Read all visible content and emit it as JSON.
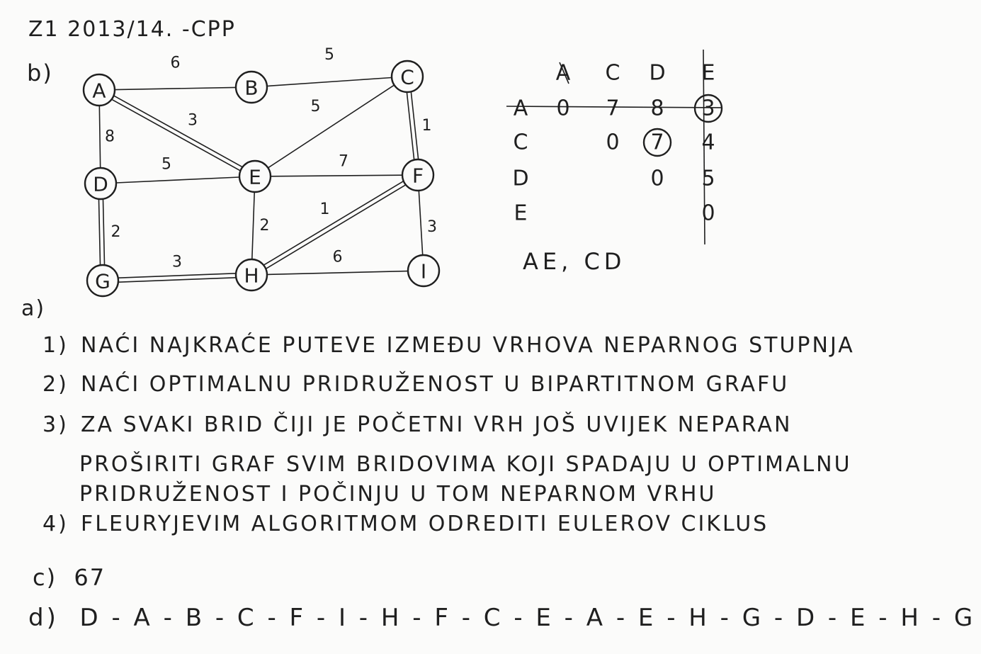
{
  "header": {
    "text": "Z1  2013/14.  -CPP"
  },
  "part_b": {
    "label": "b)",
    "graph": {
      "nodes": [
        {
          "id": "A",
          "label": "A"
        },
        {
          "id": "B",
          "label": "B"
        },
        {
          "id": "C",
          "label": "C"
        },
        {
          "id": "D",
          "label": "D"
        },
        {
          "id": "E",
          "label": "E"
        },
        {
          "id": "F",
          "label": "F"
        },
        {
          "id": "G",
          "label": "G"
        },
        {
          "id": "H",
          "label": "H"
        },
        {
          "id": "I",
          "label": "I"
        }
      ],
      "edges": [
        {
          "from": "A",
          "to": "B",
          "weight": "6",
          "doubled": false
        },
        {
          "from": "B",
          "to": "C",
          "weight": "5",
          "doubled": false
        },
        {
          "from": "A",
          "to": "D",
          "weight": "8",
          "doubled": false
        },
        {
          "from": "A",
          "to": "E",
          "weight": "3",
          "doubled": true
        },
        {
          "from": "C",
          "to": "E",
          "weight": "5",
          "doubled": false
        },
        {
          "from": "C",
          "to": "F",
          "weight": "1",
          "doubled": true
        },
        {
          "from": "D",
          "to": "E",
          "weight": "5",
          "doubled": false
        },
        {
          "from": "E",
          "to": "F",
          "weight": "7",
          "doubled": false
        },
        {
          "from": "D",
          "to": "G",
          "weight": "2",
          "doubled": true
        },
        {
          "from": "E",
          "to": "H",
          "weight": "2",
          "doubled": false
        },
        {
          "from": "F",
          "to": "H",
          "weight": "1",
          "doubled": true
        },
        {
          "from": "F",
          "to": "I",
          "weight": "3",
          "doubled": false
        },
        {
          "from": "G",
          "to": "H",
          "weight": "3",
          "doubled": true
        },
        {
          "from": "H",
          "to": "I",
          "weight": "6",
          "doubled": false
        }
      ]
    },
    "matrix": {
      "col_headers": [
        "A",
        "C",
        "D",
        "E"
      ],
      "row_headers": [
        "A",
        "C",
        "D",
        "E"
      ],
      "rows": [
        [
          "0",
          "7",
          "8",
          "3"
        ],
        [
          "",
          "0",
          "7",
          "4"
        ],
        [
          "",
          "",
          "0",
          "5"
        ],
        [
          "",
          "",
          "",
          "0"
        ]
      ],
      "crossed_out": [
        "row A",
        "column A",
        "column E"
      ],
      "circled": [
        "3",
        "7"
      ]
    },
    "pairs": "AE, CD"
  },
  "part_a": {
    "label": "a)",
    "steps": [
      {
        "num": "1)",
        "text": "NAĆI NAJKRAĆE PUTEVE IZMEĐU VRHOVA NEPARNOG STUPNJA"
      },
      {
        "num": "2)",
        "text": "NAĆI OPTIMALNU PRIDRUŽENOST U BIPARTITNOM GRAFU"
      },
      {
        "num": "3)",
        "text": "ZA SVAKI BRID ČIJI JE POČETNI VRH JOŠ UVIJEK NEPARAN"
      },
      {
        "num": "",
        "text": "PROŠIRITI GRAF SVIM BRIDOVIMA KOJI SPADAJU U OPTIMALNU"
      },
      {
        "num": "",
        "text": "PRIDRUŽENOST I POČINJU U TOM NEPARNOM VRHU"
      },
      {
        "num": "4)",
        "text": "FLEURYJEVIM ALGORITMOM ODREDITI EULEROV CIKLUS"
      }
    ]
  },
  "part_c": {
    "label": "c)",
    "value": "67"
  },
  "part_d": {
    "label": "d)",
    "value": "D - A - B - C - F - I - H - F - C - E - A - E - H - G - D - E - H - G - D"
  }
}
